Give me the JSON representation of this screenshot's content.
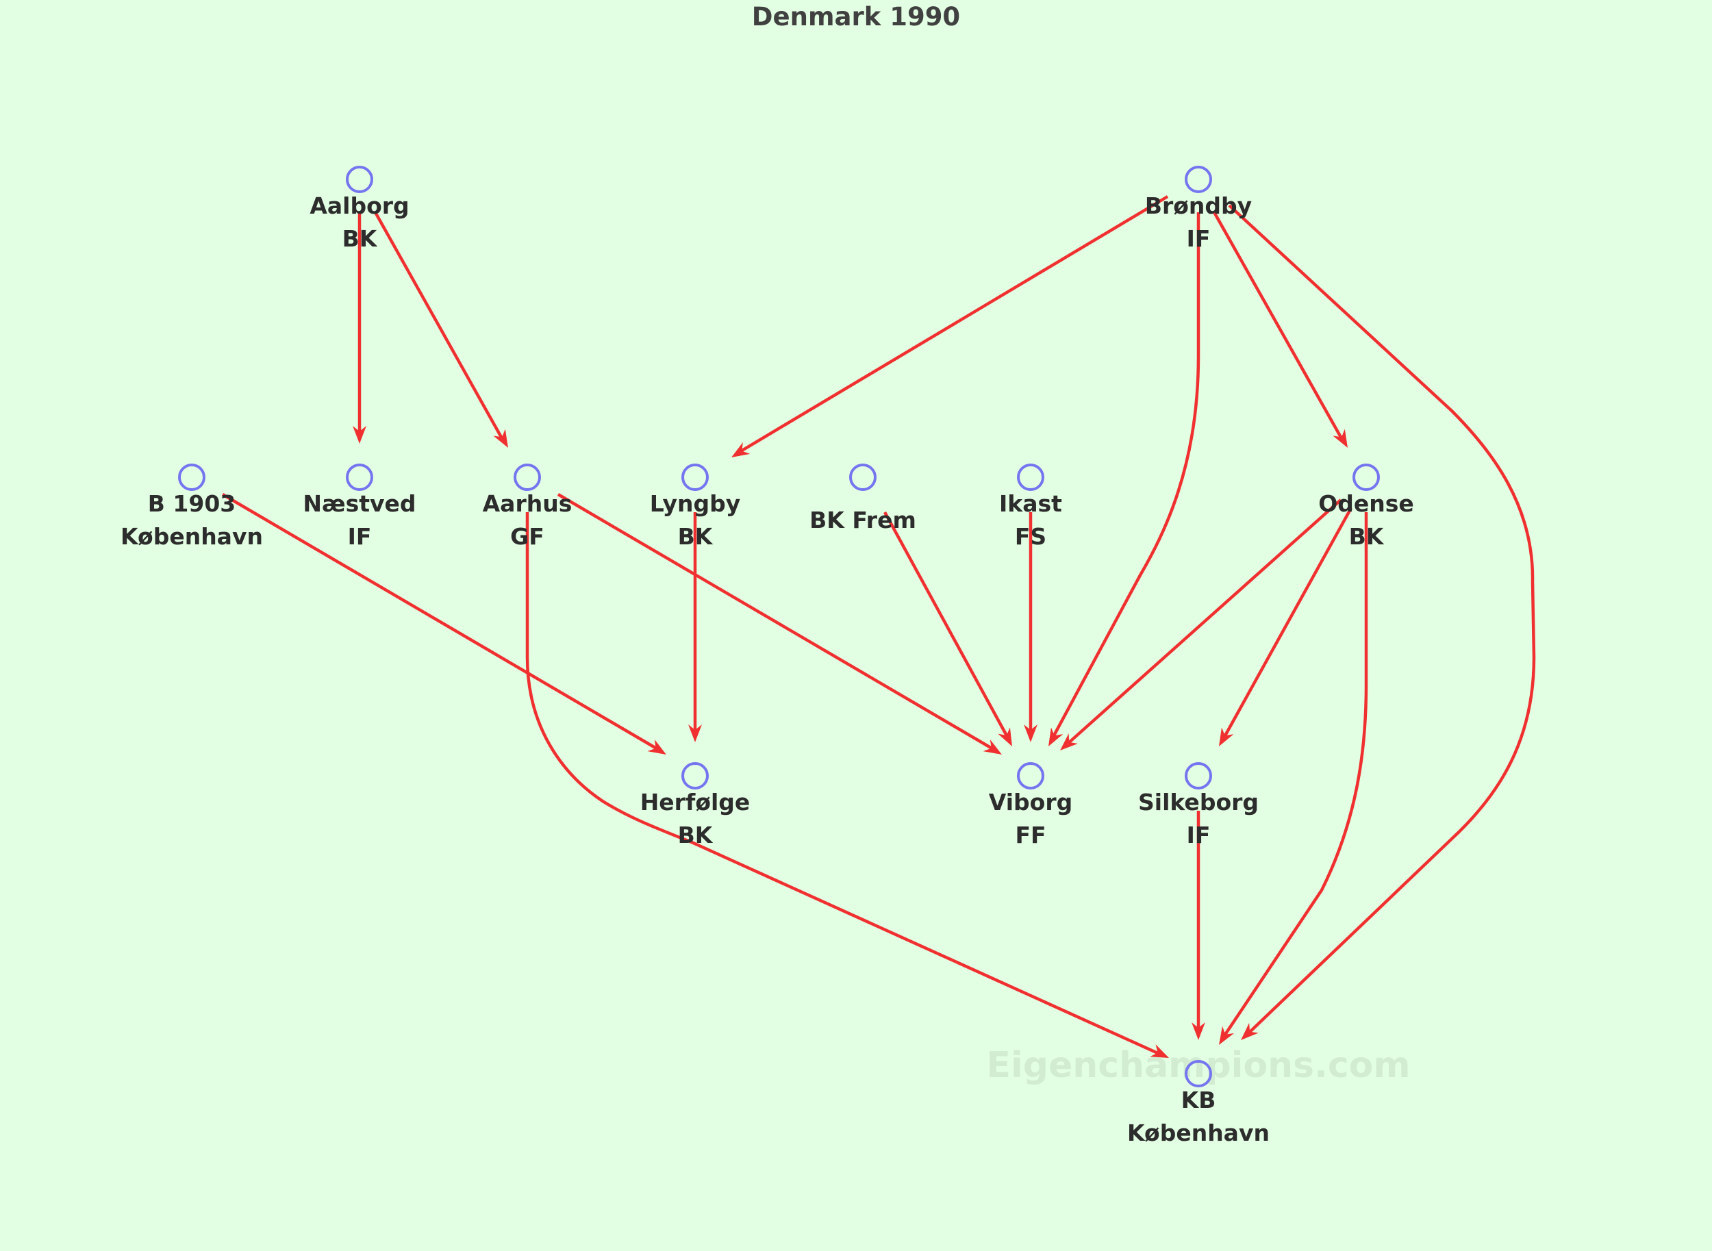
{
  "title": "Denmark 1990",
  "watermark": "Eigenchampions.com",
  "colors": {
    "background": "#e3ffe3",
    "node_stroke": "#7575f0",
    "edge": "#f03030",
    "label": "#2c2c2c",
    "title": "#404040"
  },
  "nodes": [
    {
      "id": "aalborg",
      "lines": [
        "Aalborg",
        "BK"
      ]
    },
    {
      "id": "brondby",
      "lines": [
        "Brøndby",
        "IF"
      ]
    },
    {
      "id": "b1903",
      "lines": [
        "B 1903",
        "København"
      ]
    },
    {
      "id": "naestved",
      "lines": [
        "Næstved",
        "IF"
      ]
    },
    {
      "id": "aarhus",
      "lines": [
        "Aarhus",
        "GF"
      ]
    },
    {
      "id": "lyngby",
      "lines": [
        "Lyngby",
        "BK"
      ]
    },
    {
      "id": "bkfrem",
      "lines": [
        "BK Frem"
      ]
    },
    {
      "id": "ikast",
      "lines": [
        "Ikast",
        "FS"
      ]
    },
    {
      "id": "odense",
      "lines": [
        "Odense",
        "BK"
      ]
    },
    {
      "id": "herfolge",
      "lines": [
        "Herfølge",
        "BK"
      ]
    },
    {
      "id": "viborg",
      "lines": [
        "Viborg",
        "FF"
      ]
    },
    {
      "id": "silkeborg",
      "lines": [
        "Silkeborg",
        "IF"
      ]
    },
    {
      "id": "kb",
      "lines": [
        "KB",
        "København"
      ]
    }
  ],
  "edges": [
    {
      "from": "aalborg",
      "to": "naestved"
    },
    {
      "from": "aalborg",
      "to": "aarhus"
    },
    {
      "from": "brondby",
      "to": "lyngby"
    },
    {
      "from": "brondby",
      "to": "viborg"
    },
    {
      "from": "brondby",
      "to": "odense"
    },
    {
      "from": "brondby",
      "to": "kb"
    },
    {
      "from": "b1903",
      "to": "herfolge"
    },
    {
      "from": "aarhus",
      "to": "viborg"
    },
    {
      "from": "aarhus",
      "to": "kb"
    },
    {
      "from": "lyngby",
      "to": "herfolge"
    },
    {
      "from": "bkfrem",
      "to": "viborg"
    },
    {
      "from": "ikast",
      "to": "viborg"
    },
    {
      "from": "odense",
      "to": "viborg"
    },
    {
      "from": "odense",
      "to": "silkeborg"
    },
    {
      "from": "odense",
      "to": "kb"
    },
    {
      "from": "silkeborg",
      "to": "kb"
    }
  ]
}
